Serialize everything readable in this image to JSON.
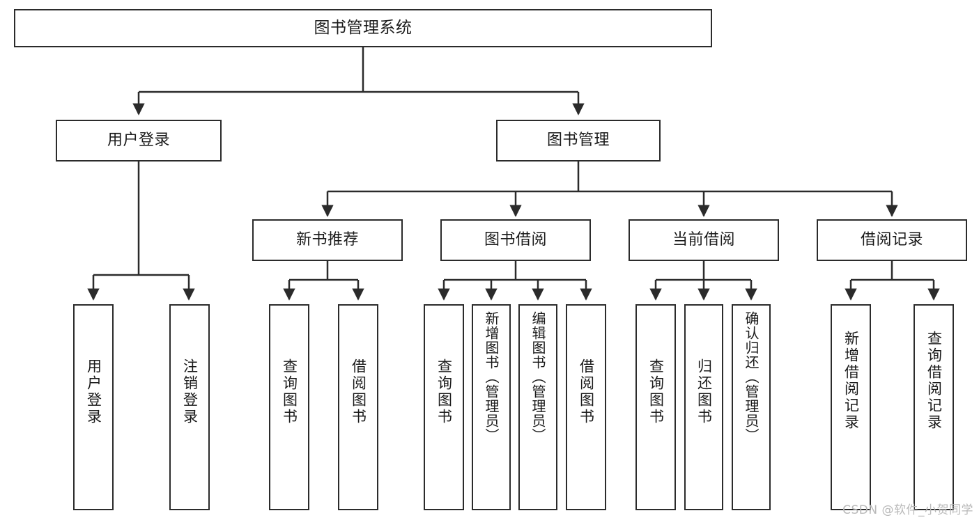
{
  "diagram": {
    "title": "图书管理系统",
    "type": "tree-hierarchy",
    "watermark": "CSDN @软件_小贺同学",
    "colors": {
      "stroke": "#2b2b2b",
      "fill": "#ffffff",
      "text": "#1a1a1a",
      "watermark": "#b9b9b9"
    },
    "levels": {
      "root": {
        "label": "图书管理系统"
      },
      "level2": [
        {
          "id": "user-login",
          "label": "用户登录"
        },
        {
          "id": "book-manage",
          "label": "图书管理"
        }
      ],
      "level3": [
        {
          "id": "new-book-recommend",
          "label": "新书推荐",
          "parent": "book-manage"
        },
        {
          "id": "book-borrow",
          "label": "图书借阅",
          "parent": "book-manage"
        },
        {
          "id": "current-borrow",
          "label": "当前借阅",
          "parent": "book-manage"
        },
        {
          "id": "borrow-record",
          "label": "借阅记录",
          "parent": "book-manage"
        }
      ],
      "leaves": [
        {
          "id": "leaf-user-login",
          "label": "用户登录",
          "parent": "user-login"
        },
        {
          "id": "leaf-logout",
          "label": "注销登录",
          "parent": "user-login"
        },
        {
          "id": "leaf-query-book-1",
          "label": "查询图书",
          "parent": "new-book-recommend"
        },
        {
          "id": "leaf-borrow-book-1",
          "label": "借阅图书",
          "parent": "new-book-recommend"
        },
        {
          "id": "leaf-query-book-2",
          "label": "查询图书",
          "parent": "book-borrow"
        },
        {
          "id": "leaf-add-book",
          "label": "新增图书（管理员）",
          "parent": "book-borrow"
        },
        {
          "id": "leaf-edit-book",
          "label": "编辑图书（管理员）",
          "parent": "book-borrow"
        },
        {
          "id": "leaf-borrow-book-2",
          "label": "借阅图书",
          "parent": "book-borrow"
        },
        {
          "id": "leaf-query-book-3",
          "label": "查询图书",
          "parent": "current-borrow"
        },
        {
          "id": "leaf-return-book",
          "label": "归还图书",
          "parent": "current-borrow"
        },
        {
          "id": "leaf-confirm-return",
          "label": "确认归还（管理员）",
          "parent": "current-borrow"
        },
        {
          "id": "leaf-add-record",
          "label": "新增借阅记录",
          "parent": "borrow-record"
        },
        {
          "id": "leaf-query-record",
          "label": "查询借阅记录",
          "parent": "borrow-record"
        }
      ]
    }
  }
}
